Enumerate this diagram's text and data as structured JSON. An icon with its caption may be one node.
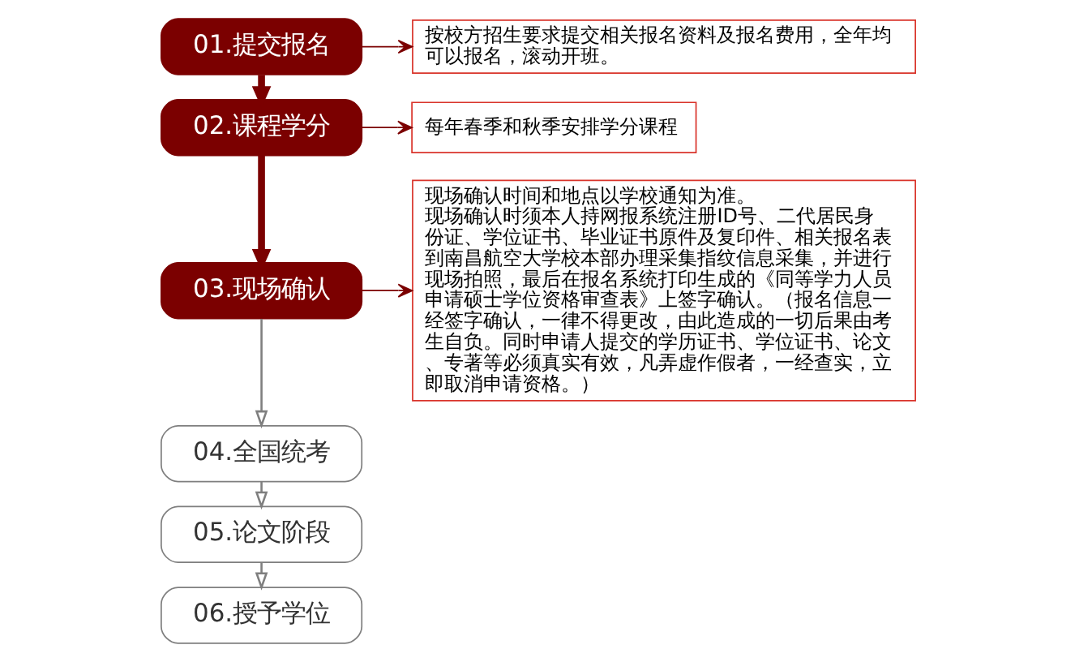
{
  "diagram": {
    "nodes": [
      {
        "text": [
          "01.提交报名"
        ]
      },
      {
        "text": [
          "02.课程学分"
        ]
      },
      {
        "text": [
          "03.现场确认"
        ]
      },
      {
        "text": [
          "04.全国统考"
        ]
      },
      {
        "text": [
          "05.论文阶段"
        ]
      },
      {
        "text": [
          "06.授予学位"
        ]
      },
      {
        "text": [
          "按校方招生要求提交相关报名资料及报名费用，全年均可以报名，滚动开班。"
        ]
      },
      {
        "text": [
          "每年春季和秋季安排学分课程"
        ]
      },
      {
        "text": [
          "现场确认时间和地点以学校通知为准。",
          "现场确认时须本人持网报系统注册ID号、二代居民身份证、学位证书、毕业证书原件及复印件、相关报名表到南昌航空大学校本部办理采集指纹信息采集，并进行现场拍照，最后在报名系统打印生成的《同等学力人员申请硕士学位资格审查表》上签字确认。（报名信息一经签字确认，一律不得更改，由此造成的一切后果由考生自负。同时申请人提交的学历证书、学位证书、论文、专著等必须真实有效，凡弄虚作假者，一经查实，立即取消申请资格。）"
        ]
      }
    ],
    "edges": [
      {
        "from": 0,
        "to": 1,
        "arrow": "to",
        "style": "thick"
      },
      {
        "from": 1,
        "to": 2,
        "arrow": "to",
        "style": "thick"
      },
      {
        "from": 2,
        "to": 3,
        "arrow": "to",
        "color": "#7f7f7f"
      },
      {
        "from": 3,
        "to": 4,
        "arrow": "to",
        "color": "#7f7f7f"
      },
      {
        "from": 4,
        "to": 5,
        "arrow": "to",
        "color": "#7f7f7f"
      },
      {
        "from": 0,
        "to": 6,
        "arrow": "to"
      },
      {
        "from": 1,
        "to": 7,
        "arrow": "to"
      },
      {
        "from": 2,
        "to": 8,
        "arrow": "to"
      }
    ]
  }
}
